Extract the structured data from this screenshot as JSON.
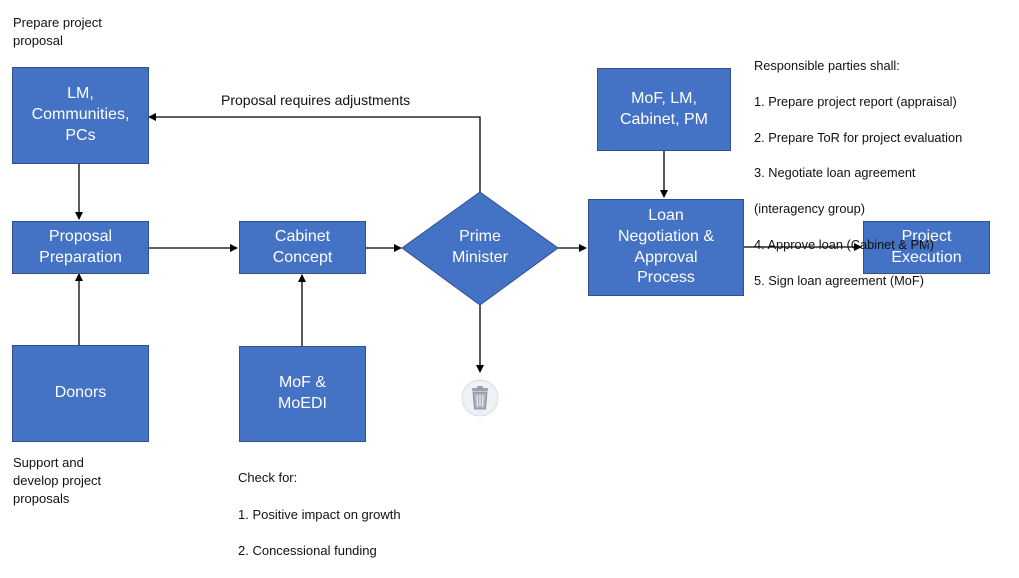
{
  "notes": {
    "prepare": "Prepare project\nproposal",
    "support": "Support and\ndevelop project\nproposals",
    "check_title": "Check for:",
    "check_items": [
      "1.  Positive impact on growth",
      "2. Concessional funding"
    ],
    "resp_title": "Responsible parties shall:",
    "resp_items": [
      "1. Prepare project report (appraisal)",
      "2. Prepare ToR for project evaluation",
      "3. Negotiate loan agreement",
      "     (interagency group)",
      "4. Approve loan (Cabinet & PM)",
      "5.  Sign loan agreement (MoF)"
    ]
  },
  "nodes": {
    "lm": "LM,\nCommunities,\nPCs",
    "proposal_prep": "Proposal\nPreparation",
    "donors": "Donors",
    "cabinet": "Cabinet\nConcept",
    "mof_moedi": "MoF &\nMoEDI",
    "prime_minister": "Prime\nMinister",
    "mof_lm_cab": "MoF, LM,\nCabinet,  PM",
    "loan": "Loan\nNegotiation &\nApproval\nProcess",
    "execution": "Project\nExecution"
  },
  "edges": {
    "adjust_label": "Proposal requires adjustments"
  },
  "colors": {
    "box_fill": "#4472c4",
    "box_border": "#2f528f",
    "arrow": "#000000"
  },
  "icons": {
    "trash": "trash-bin-icon"
  }
}
